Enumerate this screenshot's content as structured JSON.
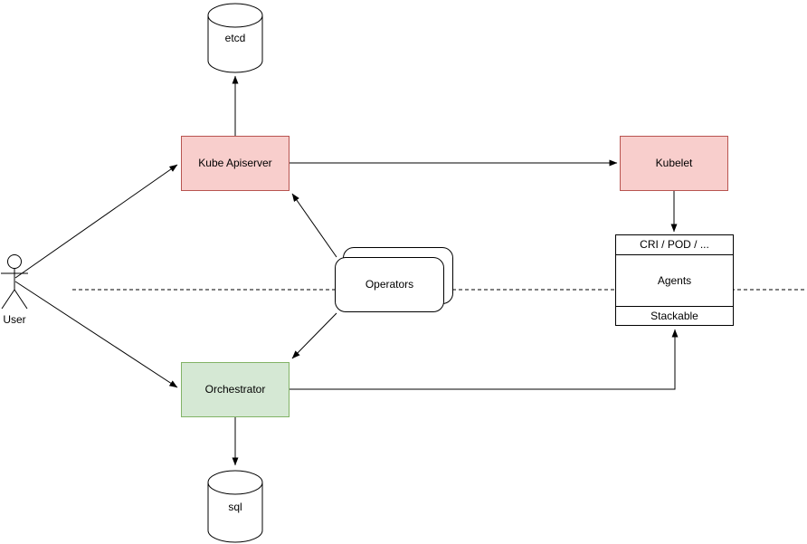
{
  "diagram": {
    "canvas_background": "#ffffff",
    "nodes": {
      "etcd": {
        "label": "etcd",
        "shape": "cylinder",
        "fill": "#ffffff",
        "stroke": "#000000"
      },
      "kube_apiserver": {
        "label": "Kube Apiserver",
        "shape": "rectangle",
        "fill": "#f8cecc",
        "stroke": "#b85450"
      },
      "kubelet": {
        "label": "Kubelet",
        "shape": "rectangle",
        "fill": "#f8cecc",
        "stroke": "#b85450"
      },
      "operators": {
        "label": "Operators",
        "shape": "stacked-rounded-rectangles",
        "fill": "#ffffff",
        "stroke": "#000000"
      },
      "agents_stack": {
        "header": "CRI / POD / ...",
        "body": "Agents",
        "footer": "Stackable",
        "shape": "stack-list",
        "fill": "#ffffff",
        "stroke": "#000000"
      },
      "orchestrator": {
        "label": "Orchestrator",
        "shape": "rectangle",
        "fill": "#d5e8d4",
        "stroke": "#82b366"
      },
      "sql": {
        "label": "sql",
        "shape": "cylinder",
        "fill": "#ffffff",
        "stroke": "#000000"
      },
      "user": {
        "label": "User",
        "shape": "actor",
        "stroke": "#000000"
      }
    },
    "edges": [
      {
        "from": "user",
        "to": "kube_apiserver",
        "type": "arrow"
      },
      {
        "from": "user",
        "to": "orchestrator",
        "type": "arrow"
      },
      {
        "from": "kube_apiserver",
        "to": "etcd",
        "type": "arrow"
      },
      {
        "from": "kube_apiserver",
        "to": "kubelet",
        "type": "arrow"
      },
      {
        "from": "kubelet",
        "to": "agents_stack",
        "type": "arrow"
      },
      {
        "from": "operators",
        "to": "kube_apiserver",
        "type": "arrow"
      },
      {
        "from": "operators",
        "to": "orchestrator",
        "type": "arrow"
      },
      {
        "from": "orchestrator",
        "to": "sql",
        "type": "arrow"
      },
      {
        "from": "orchestrator",
        "to": "agents_stack",
        "type": "arrow"
      },
      {
        "type": "dashed-separator",
        "orientation": "horizontal"
      }
    ]
  }
}
